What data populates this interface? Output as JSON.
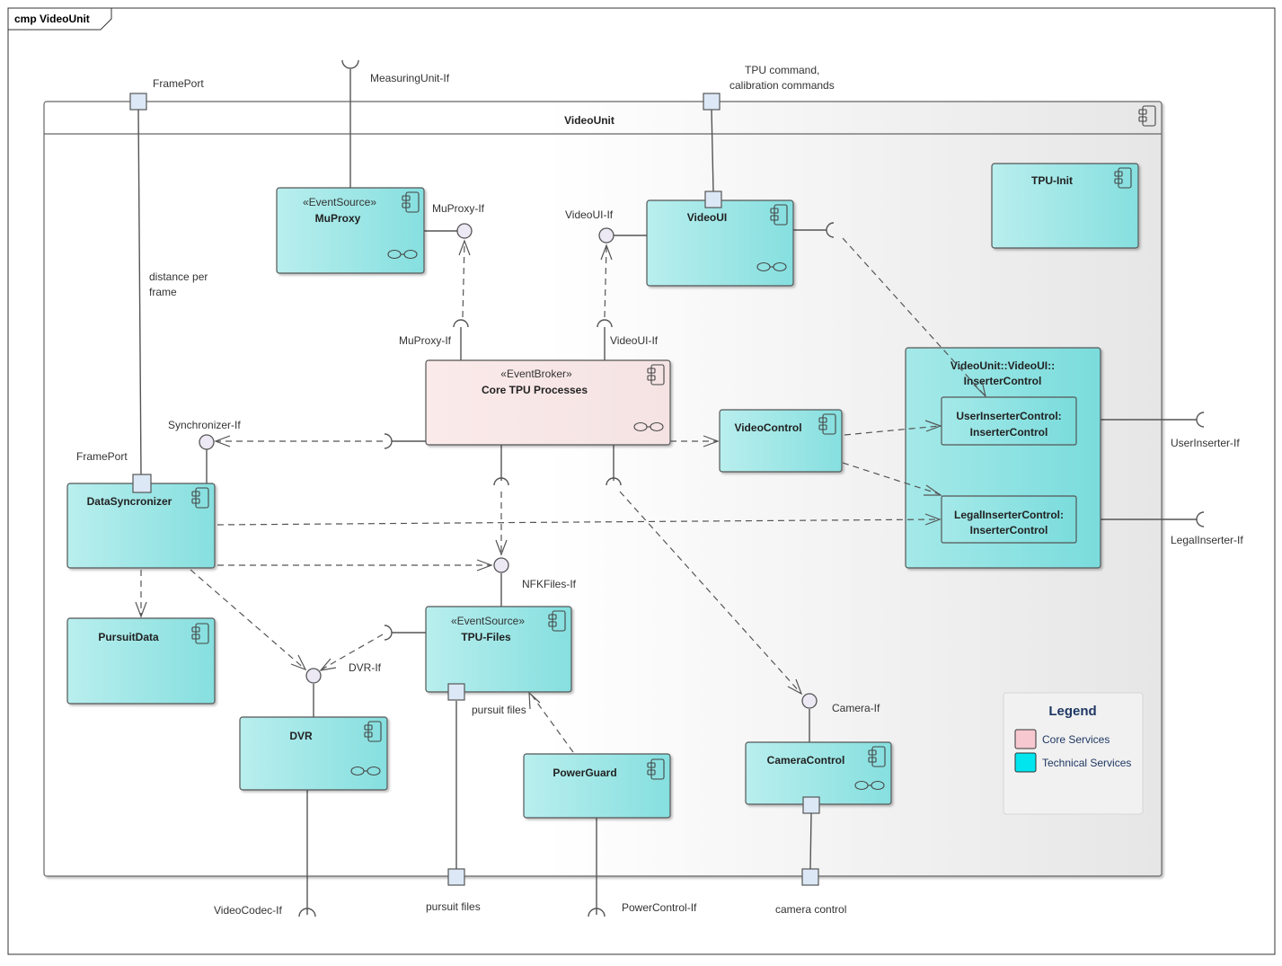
{
  "diagram": {
    "frame_label": "cmp VideoUnit",
    "container_title": "VideoUnit",
    "colors": {
      "core": "#f8e6e6",
      "technical": "#95e3e3",
      "legend_core_swatch": "#f7c8d0",
      "legend_tech_swatch": "#00e5ee"
    },
    "components": {
      "muproxy": {
        "stereotype": "«EventSource»",
        "name": "MuProxy"
      },
      "videoui": {
        "name": "VideoUI"
      },
      "tpuinit": {
        "name": "TPU-Init"
      },
      "core": {
        "stereotype": "«EventBroker»",
        "name": "Core TPU Processes"
      },
      "videocontrol": {
        "name": "VideoControl"
      },
      "inserter": {
        "name_line1": "VideoUnit::VideoUI::",
        "name_line2": "InserterControl"
      },
      "userinserter": {
        "name_line1": "UserInserterControl:",
        "name_line2": "InserterControl"
      },
      "legalinserter": {
        "name_line1": "LegalInserterControl:",
        "name_line2": "InserterControl"
      },
      "datasync": {
        "name": "DataSyncronizer"
      },
      "pursuitdata": {
        "name": "PursuitData"
      },
      "tpufiles": {
        "stereotype": "«EventSource»",
        "name": "TPU-Files"
      },
      "dvr": {
        "name": "DVR"
      },
      "powerguard": {
        "name": "PowerGuard"
      },
      "cameracontrol": {
        "name": "CameraControl"
      }
    },
    "labels": {
      "frameport_top": "FramePort",
      "measuring_if": "MeasuringUnit-If",
      "tpu_cmd_line1": "TPU command,",
      "tpu_cmd_line2": "calibration commands",
      "muproxy_if_top": "MuProxy-If",
      "videoui_if_top": "VideoUI-If",
      "distance_line1": "distance per",
      "distance_line2": "frame",
      "muproxy_if_req": "MuProxy-If",
      "videoui_if_req": "VideoUI-If",
      "synchronizer_if": "Synchronizer-If",
      "frameport_inner": "FramePort",
      "nfkfiles_if": "NFKFiles-If",
      "dvr_if": "DVR-If",
      "pursuit_files_inner": "pursuit files",
      "camera_if": "Camera-If",
      "userinserter_if": "UserInserter-If",
      "legalinserter_if": "LegalInserter-If",
      "videocodec_if": "VideoCodec-If",
      "pursuit_files_outer": "pursuit files",
      "powercontrol_if": "PowerControl-If",
      "camera_control": "camera control"
    },
    "legend": {
      "title": "Legend",
      "items": [
        {
          "label": "Core Services",
          "color": "#f7c8d0"
        },
        {
          "label": "Technical Services",
          "color": "#00e5ee"
        }
      ]
    }
  }
}
